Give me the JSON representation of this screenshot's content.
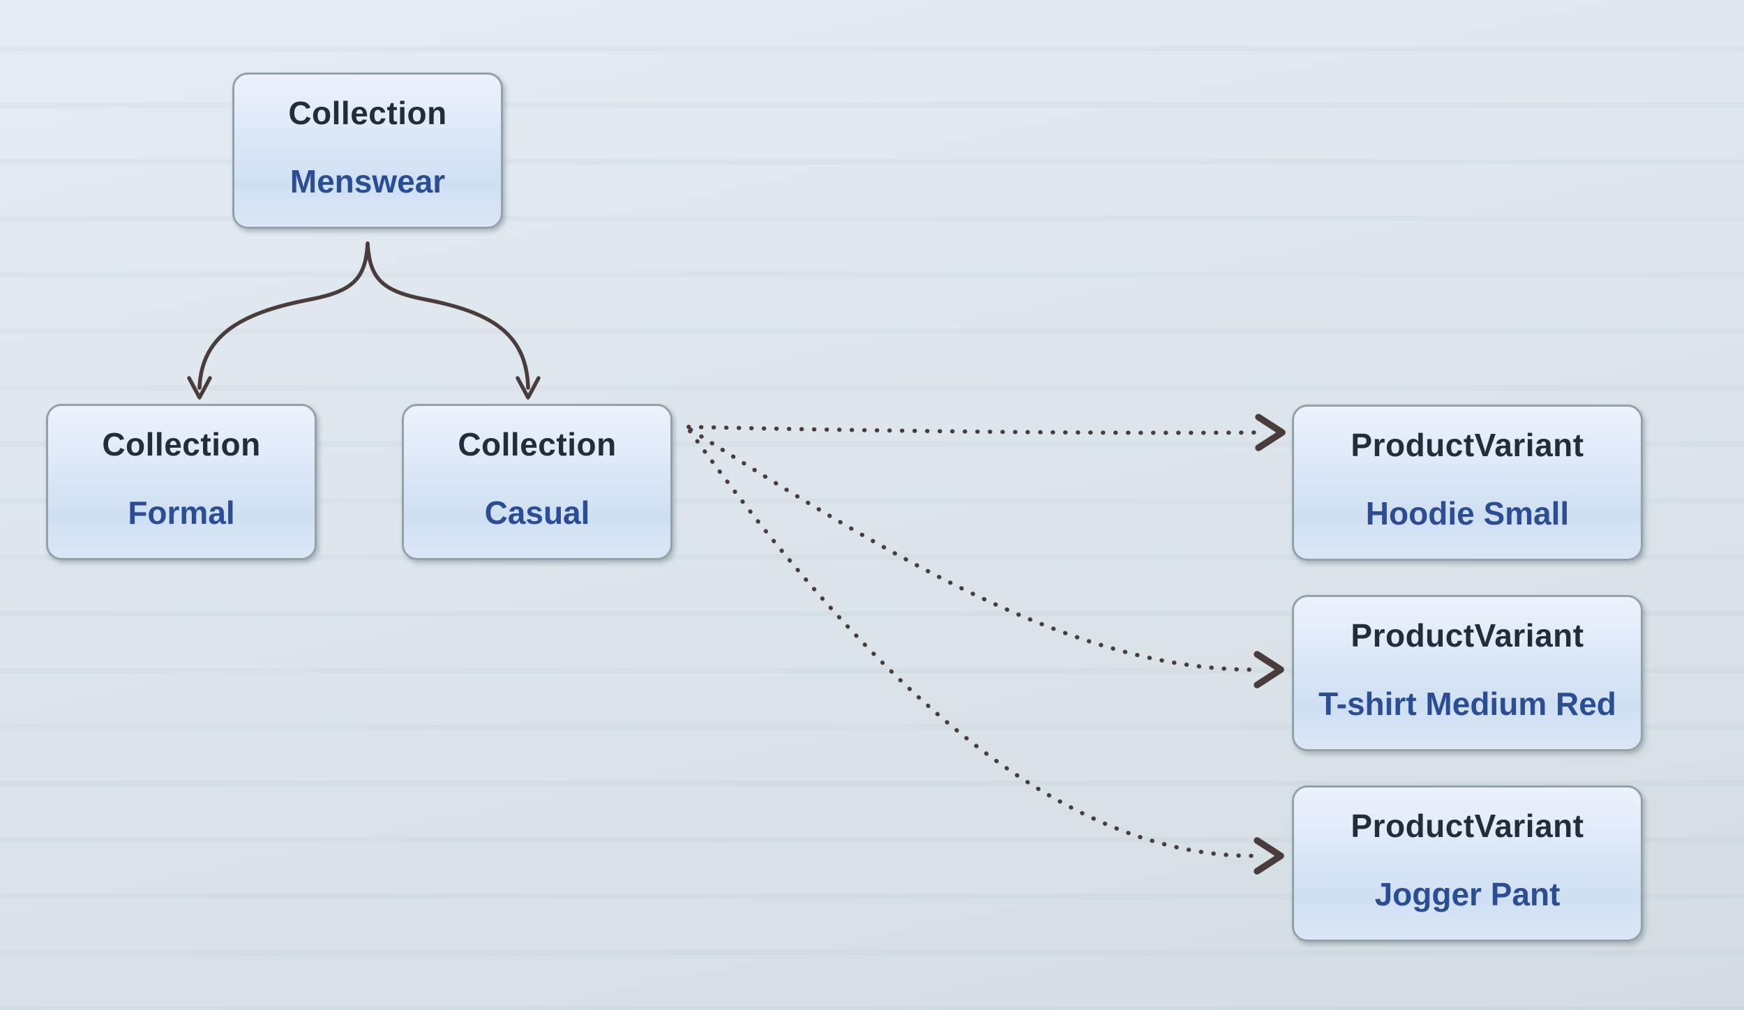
{
  "diagram": {
    "title": "",
    "nodes": [
      {
        "id": "menswear",
        "type": "Collection",
        "label": "Menswear"
      },
      {
        "id": "formal",
        "type": "Collection",
        "label": "Formal"
      },
      {
        "id": "casual",
        "type": "Collection",
        "label": "Casual"
      },
      {
        "id": "hoodie",
        "type": "ProductVariant",
        "label": "Hoodie Small"
      },
      {
        "id": "tshirt",
        "type": "ProductVariant",
        "label": "T-shirt Medium Red"
      },
      {
        "id": "jogger",
        "type": "ProductVariant",
        "label": "Jogger Pant"
      }
    ],
    "edges": [
      {
        "from": "menswear",
        "to": "formal",
        "style": "solid",
        "arrowhead": "open-v"
      },
      {
        "from": "menswear",
        "to": "casual",
        "style": "solid",
        "arrowhead": "open-v"
      },
      {
        "from": "casual",
        "to": "hoodie",
        "style": "dotted",
        "arrowhead": "open-chevron"
      },
      {
        "from": "casual",
        "to": "tshirt",
        "style": "dotted",
        "arrowhead": "open-chevron"
      },
      {
        "from": "casual",
        "to": "jogger",
        "style": "dotted",
        "arrowhead": "open-chevron"
      }
    ],
    "colors": {
      "background_top": "#e5ecf3",
      "background_bottom": "#d2dce1",
      "node_fill_top": "#ecf2fc",
      "node_fill_bottom": "#cfdff3",
      "node_border": "#94a1a8",
      "node_type_text": "#242b3a",
      "node_label_text": "#2b4d93",
      "edge_stroke": "#4a3c3a"
    }
  }
}
